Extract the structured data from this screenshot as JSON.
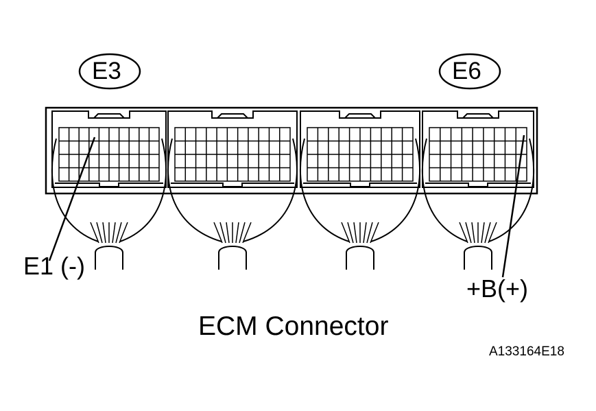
{
  "diagram": {
    "title": "ECM Connector",
    "figure_code": "A133164E18",
    "connector_tags": [
      "E3",
      "E6"
    ],
    "terminal_labels": {
      "left": "E1 (-)",
      "right": "+B(+)"
    }
  },
  "colors": {
    "line": "#000000",
    "background": "#ffffff"
  }
}
